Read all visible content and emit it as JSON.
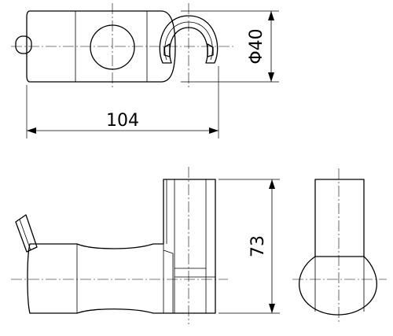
{
  "dimensions": {
    "width_label": "104",
    "diameter_label": "Φ40",
    "height_label": "73"
  }
}
